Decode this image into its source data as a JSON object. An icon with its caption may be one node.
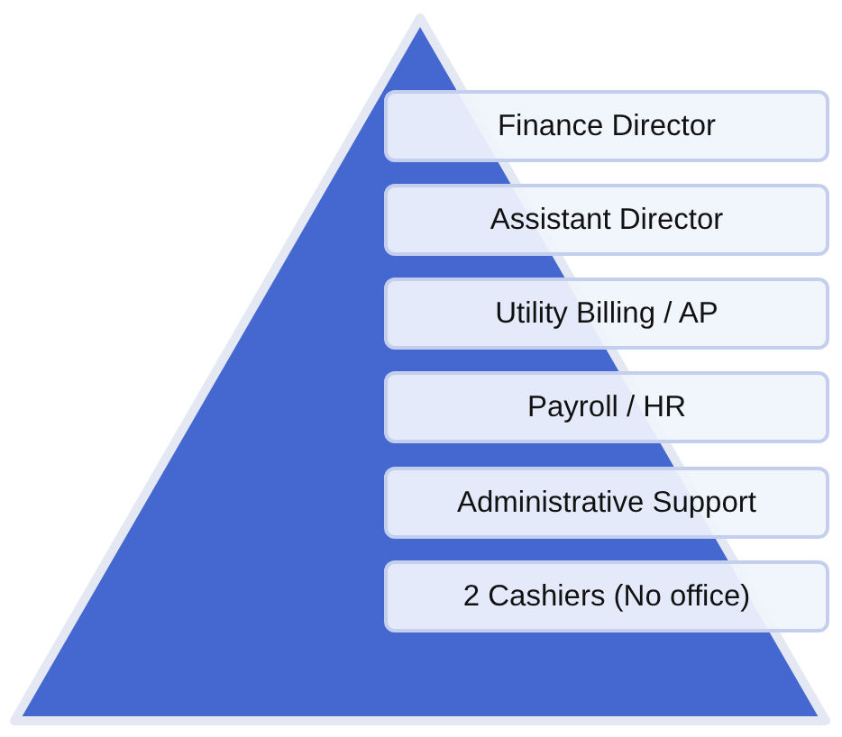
{
  "diagram": {
    "nodes": [
      {
        "text": [
          "Finance Director"
        ]
      },
      {
        "text": [
          "Assistant Director"
        ]
      },
      {
        "text": [
          "Utility Billing / AP"
        ]
      },
      {
        "text": [
          "Payroll / HR"
        ]
      },
      {
        "text": [
          "Administrative Support"
        ]
      },
      {
        "text": [
          "2 Cashiers (No office)"
        ]
      }
    ]
  }
}
